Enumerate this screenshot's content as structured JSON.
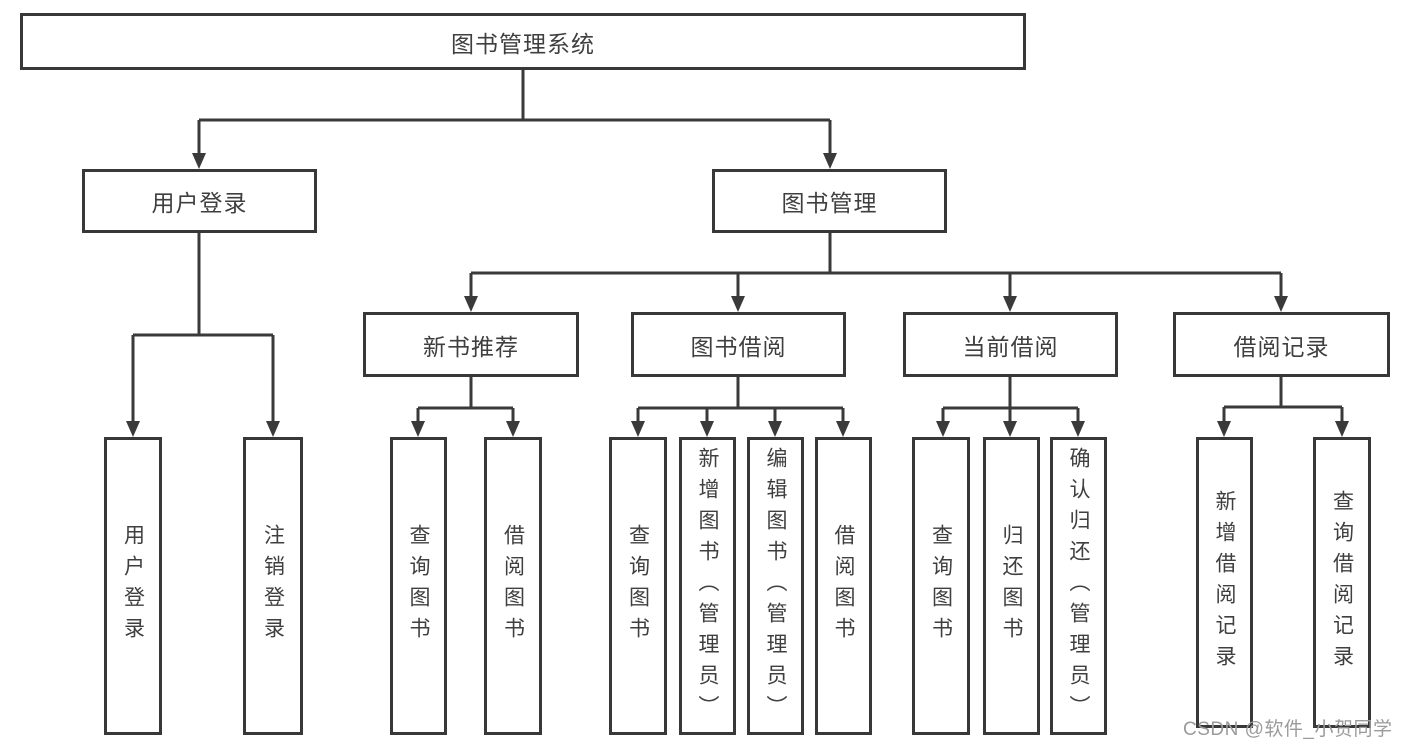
{
  "diagram": {
    "root": {
      "label": "图书管理系统",
      "children": [
        {
          "label": "用户登录",
          "children": [
            {
              "label": "用户登录"
            },
            {
              "label": "注销登录"
            }
          ]
        },
        {
          "label": "图书管理",
          "children": [
            {
              "label": "新书推荐",
              "children": [
                {
                  "label": "查询图书"
                },
                {
                  "label": "借阅图书"
                }
              ]
            },
            {
              "label": "图书借阅",
              "children": [
                {
                  "label": "查询图书"
                },
                {
                  "label": "新增图书（管理员）"
                },
                {
                  "label": "编辑图书（管理员）"
                },
                {
                  "label": "借阅图书"
                }
              ]
            },
            {
              "label": "当前借阅",
              "children": [
                {
                  "label": "查询图书"
                },
                {
                  "label": "归还图书"
                },
                {
                  "label": "确认归还（管理员）"
                }
              ]
            },
            {
              "label": "借阅记录",
              "children": [
                {
                  "label": "新增借阅记录"
                },
                {
                  "label": "查询借阅记录"
                }
              ]
            }
          ]
        }
      ]
    }
  },
  "watermark": {
    "text": "CSDN @软件_小贺同学"
  },
  "colors": {
    "line": "#3a3a3a",
    "box_border": "#383838",
    "text": "#3f3f3f",
    "watermark": "#9b9b9b",
    "background": "#ffffff"
  }
}
